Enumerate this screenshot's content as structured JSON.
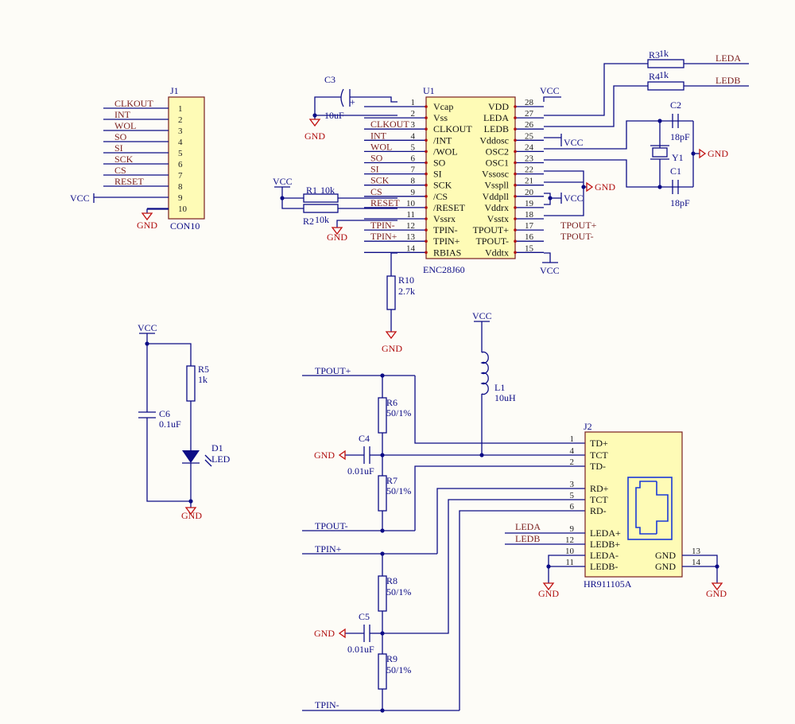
{
  "j1": {
    "ref": "J1",
    "value": "CON10",
    "pins": [
      {
        "num": "1",
        "net": "CLKOUT"
      },
      {
        "num": "2",
        "net": "INT"
      },
      {
        "num": "3",
        "net": "WOL"
      },
      {
        "num": "4",
        "net": "SO"
      },
      {
        "num": "5",
        "net": "SI"
      },
      {
        "num": "6",
        "net": "SCK"
      },
      {
        "num": "7",
        "net": "CS"
      },
      {
        "num": "8",
        "net": "RESET"
      },
      {
        "num": "9",
        "net": ""
      },
      {
        "num": "10",
        "net": ""
      }
    ]
  },
  "u1": {
    "ref": "U1",
    "value": "ENC28J60",
    "left": [
      {
        "num": "1",
        "name": "Vcap"
      },
      {
        "num": "2",
        "name": "Vss"
      },
      {
        "num": "3",
        "name": "CLKOUT"
      },
      {
        "num": "4",
        "name": "/INT"
      },
      {
        "num": "5",
        "name": "/WOL"
      },
      {
        "num": "6",
        "name": "SO"
      },
      {
        "num": "7",
        "name": "SI"
      },
      {
        "num": "8",
        "name": "SCK"
      },
      {
        "num": "9",
        "name": "/CS"
      },
      {
        "num": "10",
        "name": "/RESET"
      },
      {
        "num": "11",
        "name": "Vssrx"
      },
      {
        "num": "12",
        "name": "TPIN-"
      },
      {
        "num": "13",
        "name": "TPIN+"
      },
      {
        "num": "14",
        "name": "RBIAS"
      }
    ],
    "right": [
      {
        "num": "28",
        "name": "VDD"
      },
      {
        "num": "27",
        "name": "LEDA"
      },
      {
        "num": "26",
        "name": "LEDB"
      },
      {
        "num": "25",
        "name": "Vddosc"
      },
      {
        "num": "24",
        "name": "OSC2"
      },
      {
        "num": "23",
        "name": "OSC1"
      },
      {
        "num": "22",
        "name": "Vssosc"
      },
      {
        "num": "21",
        "name": "Vsspll"
      },
      {
        "num": "20",
        "name": "Vddpll"
      },
      {
        "num": "19",
        "name": "Vddrx"
      },
      {
        "num": "18",
        "name": "Vsstx"
      },
      {
        "num": "17",
        "name": "TPOUT+"
      },
      {
        "num": "16",
        "name": "TPOUT-"
      },
      {
        "num": "15",
        "name": "Vddtx"
      }
    ],
    "left_nets": [
      "CLKOUT",
      "INT",
      "WOL",
      "SO",
      "SI",
      "SCK",
      "CS",
      "RESET",
      "TPIN-",
      "TPIN+"
    ],
    "right_nets": [
      "TPOUT+",
      "TPOUT-"
    ]
  },
  "j2": {
    "ref": "J2",
    "value": "HR911105A",
    "left": [
      {
        "num": "1",
        "name": "TD+"
      },
      {
        "num": "4",
        "name": "TCT"
      },
      {
        "num": "2",
        "name": "TD-"
      },
      {
        "num": "3",
        "name": "RD+"
      },
      {
        "num": "5",
        "name": "TCT"
      },
      {
        "num": "6",
        "name": "RD-"
      },
      {
        "num": "9",
        "name": "LEDA+"
      },
      {
        "num": "12",
        "name": "LEDB+"
      },
      {
        "num": "10",
        "name": "LEDA-"
      },
      {
        "num": "11",
        "name": "LEDB-"
      }
    ],
    "right": [
      {
        "num": "13",
        "name": "GND"
      },
      {
        "num": "14",
        "name": "GND"
      }
    ],
    "nets": [
      "LEDA",
      "LEDB"
    ]
  },
  "parts": {
    "c3": {
      "ref": "C3",
      "value": "10uF"
    },
    "c2": {
      "ref": "C2",
      "value": "18pF"
    },
    "c1": {
      "ref": "C1",
      "value": "18pF"
    },
    "y1": {
      "ref": "Y1"
    },
    "r3": {
      "ref": "R3",
      "value": "1k"
    },
    "r4": {
      "ref": "R4",
      "value": "1k"
    },
    "r1": {
      "ref": "R1",
      "value": "10k"
    },
    "r2": {
      "ref": "R2",
      "value": "10k"
    },
    "r10": {
      "ref": "R10",
      "value": "2.7k"
    },
    "r5": {
      "ref": "R5",
      "value": "1k"
    },
    "c6": {
      "ref": "C6",
      "value": "0.1uF"
    },
    "d1": {
      "ref": "D1",
      "value": "LED"
    },
    "l1": {
      "ref": "L1",
      "value": "10uH"
    },
    "r6": {
      "ref": "R6",
      "value": "50/1%"
    },
    "r7": {
      "ref": "R7",
      "value": "50/1%"
    },
    "c4": {
      "ref": "C4",
      "value": "0.01uF"
    },
    "r8": {
      "ref": "R8",
      "value": "50/1%"
    },
    "r9": {
      "ref": "R9",
      "value": "50/1%"
    },
    "c5": {
      "ref": "C5",
      "value": "0.01uF"
    }
  },
  "nets": {
    "vcc": "VCC",
    "gnd": "GND",
    "leda": "LEDA",
    "ledb": "LEDB",
    "tpout_p": "TPOUT+",
    "tpout_n": "TPOUT-",
    "tpin_p": "TPIN+",
    "tpin_n": "TPIN-"
  }
}
